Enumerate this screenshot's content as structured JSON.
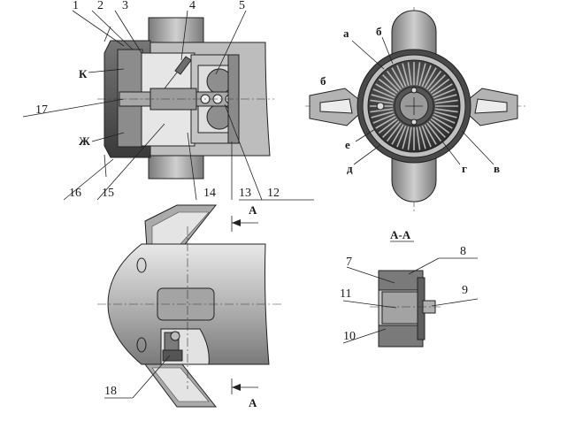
{
  "top_view": {
    "labels": [
      "1",
      "2",
      "3",
      "4",
      "5",
      "К",
      "17",
      "Ж",
      "16",
      "15",
      "14",
      "13",
      "12"
    ]
  },
  "end_view": {
    "labels": [
      "а",
      "б",
      "б",
      "е",
      "д",
      "г",
      "в"
    ]
  },
  "section_marker": {
    "arrow_top": "А",
    "arrow_bottom": "А"
  },
  "bottom_view": {
    "labels": [
      "18"
    ]
  },
  "section_view": {
    "title": "А-А",
    "labels": [
      "7",
      "8",
      "11",
      "9",
      "10"
    ]
  },
  "colors": {
    "metal_dark": "#5a5a5a",
    "metal_mid": "#9a9a9a",
    "metal_light": "#d2d2d2",
    "ink": "#1a1a1a"
  }
}
